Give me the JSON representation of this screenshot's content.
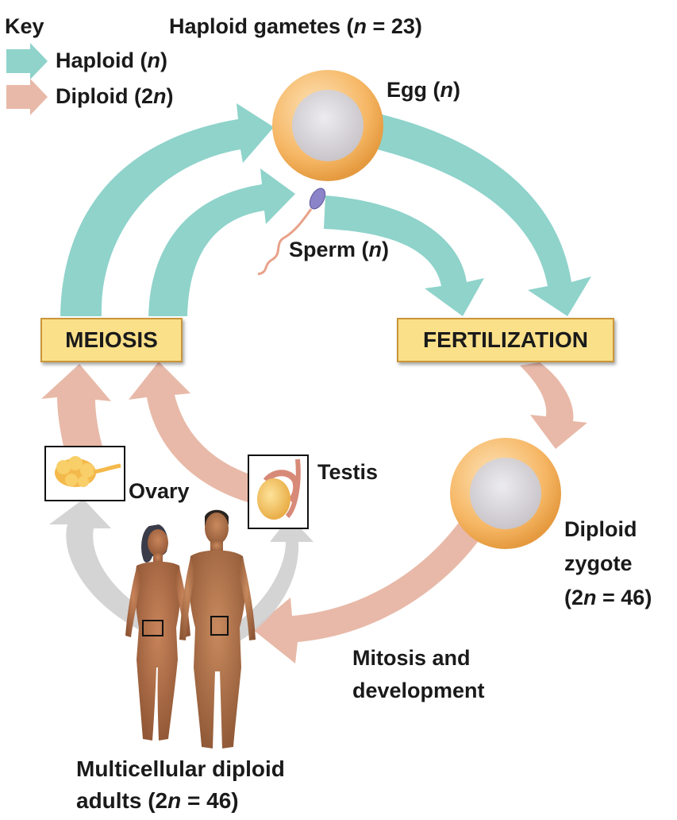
{
  "key": {
    "title": "Key",
    "haploid": {
      "prefix": "Haploid (",
      "var": "n",
      "suffix": ")"
    },
    "diploid": {
      "prefix": "Diploid (2",
      "var": "n",
      "suffix": ")"
    }
  },
  "gametes_title": {
    "prefix": "Haploid gametes (",
    "var": "n",
    "suffix": " = 23)"
  },
  "egg": {
    "prefix": "Egg (",
    "var": "n",
    "suffix": ")"
  },
  "sperm": {
    "prefix": "Sperm (",
    "var": "n",
    "suffix": ")"
  },
  "meiosis": "MEIOSIS",
  "fertilization": "FERTILIZATION",
  "testis": "Testis",
  "ovary": "Ovary",
  "zygote": {
    "line1": "Diploid",
    "line2": "zygote",
    "line3": {
      "prefix": "(2",
      "var": "n",
      "suffix": " = 46)"
    }
  },
  "mitosis": {
    "line1": "Mitosis and",
    "line2": "development"
  },
  "adults": {
    "line1": "Multicellular diploid",
    "line2": {
      "prefix": "adults (2",
      "var": "n",
      "suffix": " = 46)"
    }
  },
  "colors": {
    "haploid": "#8fd3cb",
    "diploid": "#e8b9a8",
    "gray_arrow": "#cfcfcf",
    "box": "#fbe08a",
    "cell_outer": "#f6b765",
    "cell_nucleus": "#d6d2d4"
  }
}
